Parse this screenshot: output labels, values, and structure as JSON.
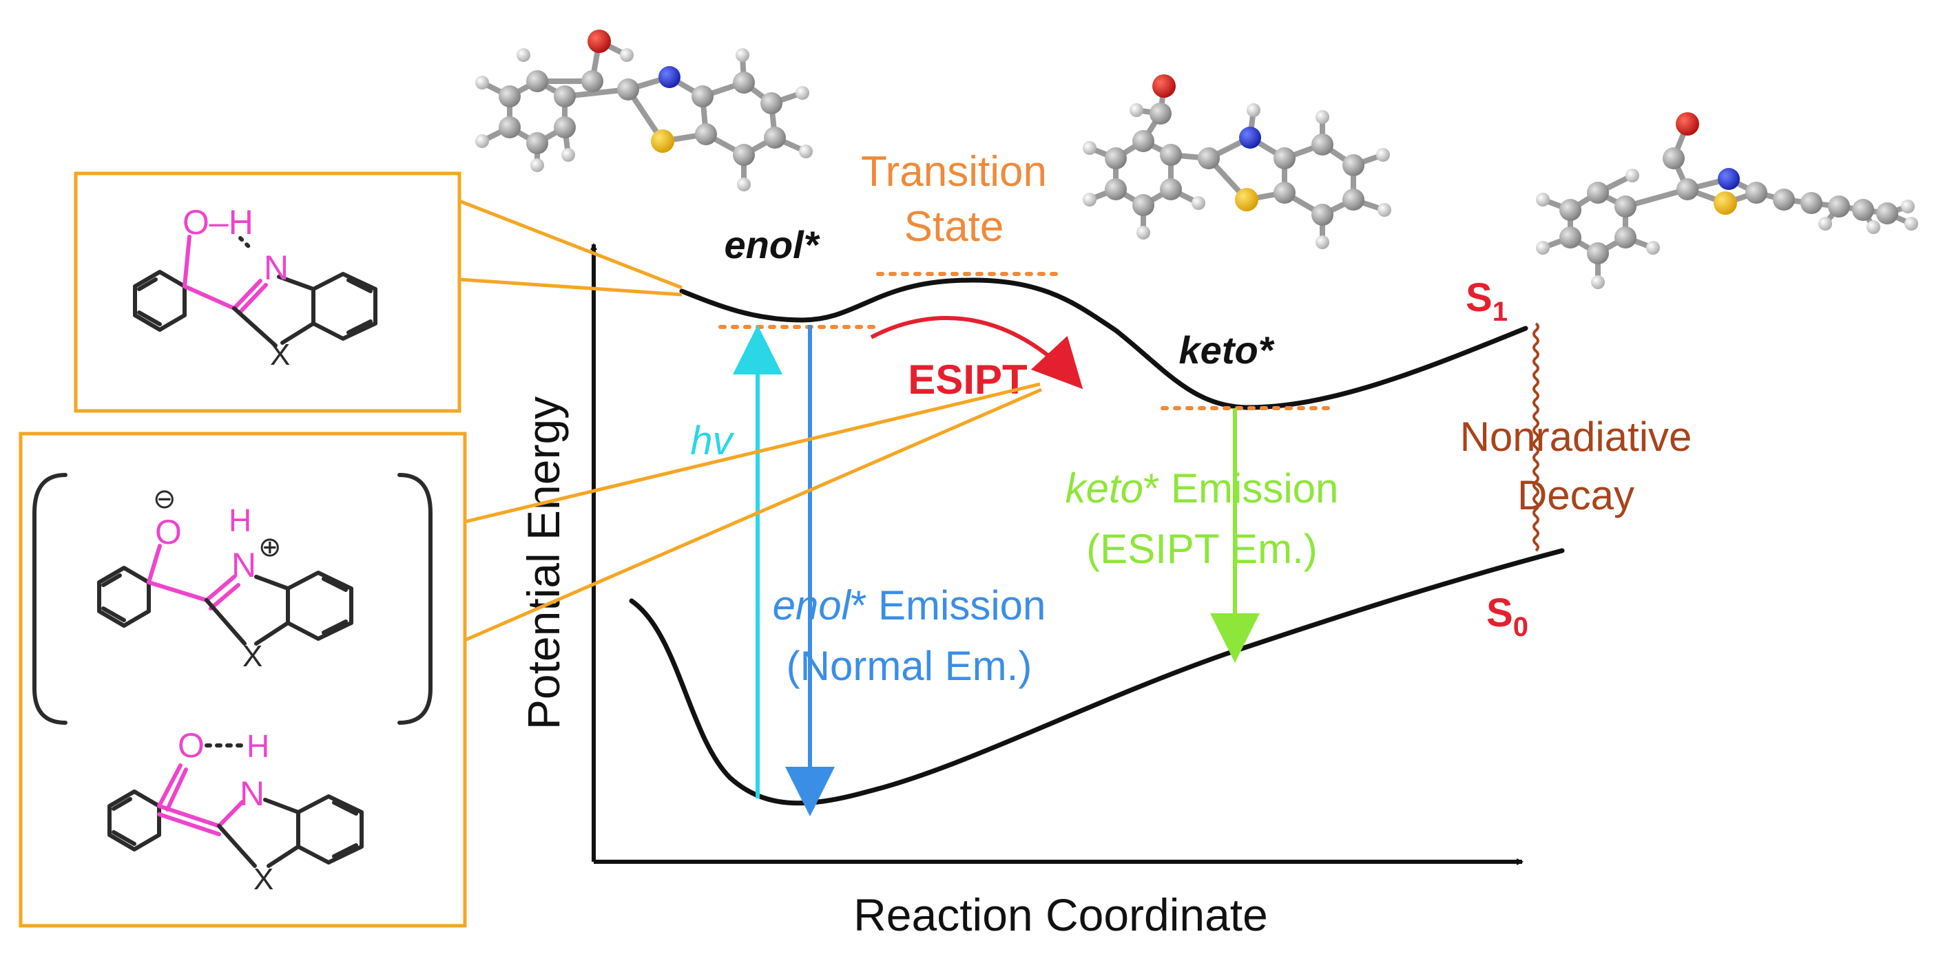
{
  "axes": {
    "ylabel": "Potential Energy",
    "xlabel": "Reaction Coordinate"
  },
  "states": {
    "s1": {
      "base": "S",
      "sub": "1"
    },
    "s0": {
      "base": "S",
      "sub": "0"
    },
    "enol_star": "enol*",
    "keto_star": "keto*",
    "transition_line1": "Transition",
    "transition_line2": "State"
  },
  "processes": {
    "esipt": "ESIPT",
    "hv": "hv",
    "enol_emission": {
      "italic": "enol",
      "rest": "* Emission",
      "line2": "(Normal Em.)"
    },
    "keto_emission": {
      "italic": "keto",
      "rest": "* Emission",
      "line2": "(ESIPT Em.)"
    },
    "nonradiative_line1": "Nonradiative",
    "nonradiative_line2": "Decay"
  },
  "structures": {
    "enol": {
      "oh": "O–H",
      "n": "N",
      "x": "X"
    },
    "zwitterion": {
      "o": "O",
      "minus": "⊖",
      "h": "H",
      "n": "N",
      "plus": "⊕",
      "x": "X"
    },
    "keto": {
      "o": "O",
      "h": "H",
      "n": "N",
      "x": "X"
    }
  },
  "colors": {
    "s_label": "#e5202e",
    "esipt": "#e5202e",
    "transition": "#f08a3a",
    "hv": "#2ad7e6",
    "enol_emission": "#3a8ee6",
    "keto_emission": "#8ee63a",
    "nonradiative": "#a8441b",
    "box": "#f5a623",
    "highlight": "#ee44cc"
  }
}
